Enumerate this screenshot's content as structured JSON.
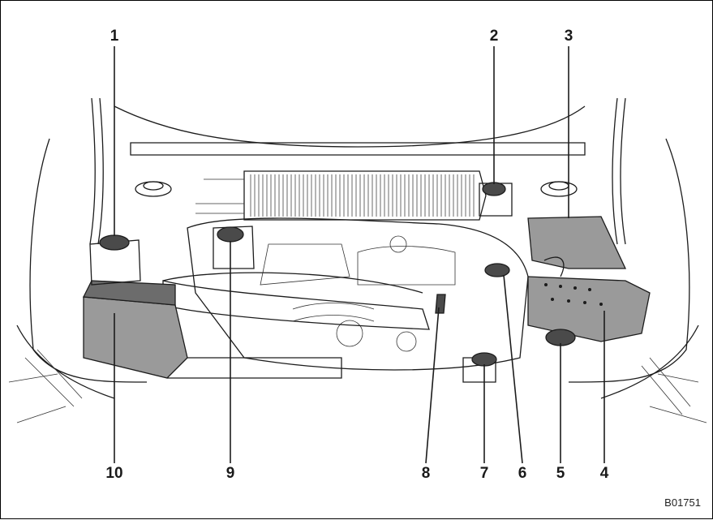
{
  "figure_id": "B01751",
  "colors": {
    "line": "#1c1c1c",
    "shade": "#9a9a9a",
    "cap": "#4a4a4a",
    "paper": "#ffffff"
  },
  "callouts_top": [
    {
      "id": "c1",
      "label": "1"
    },
    {
      "id": "c2",
      "label": "2"
    },
    {
      "id": "c3",
      "label": "3"
    }
  ],
  "callouts_bottom": [
    {
      "id": "c10",
      "label": "10"
    },
    {
      "id": "c9",
      "label": "9"
    },
    {
      "id": "c8",
      "label": "8"
    },
    {
      "id": "c7",
      "label": "7"
    },
    {
      "id": "c6",
      "label": "6"
    },
    {
      "id": "c5",
      "label": "5"
    },
    {
      "id": "c4",
      "label": "4"
    }
  ]
}
